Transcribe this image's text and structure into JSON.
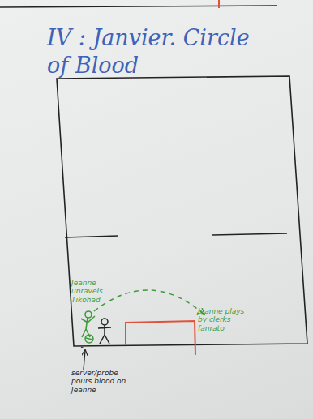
{
  "diagram": {
    "title": "IV : Janvier. Circle of Blood",
    "labels": [
      "Jeanne unravels Tikohad",
      "Jeanne plays by clerks fanrato",
      "server/probe pours blood on Jeanne"
    ]
  }
}
